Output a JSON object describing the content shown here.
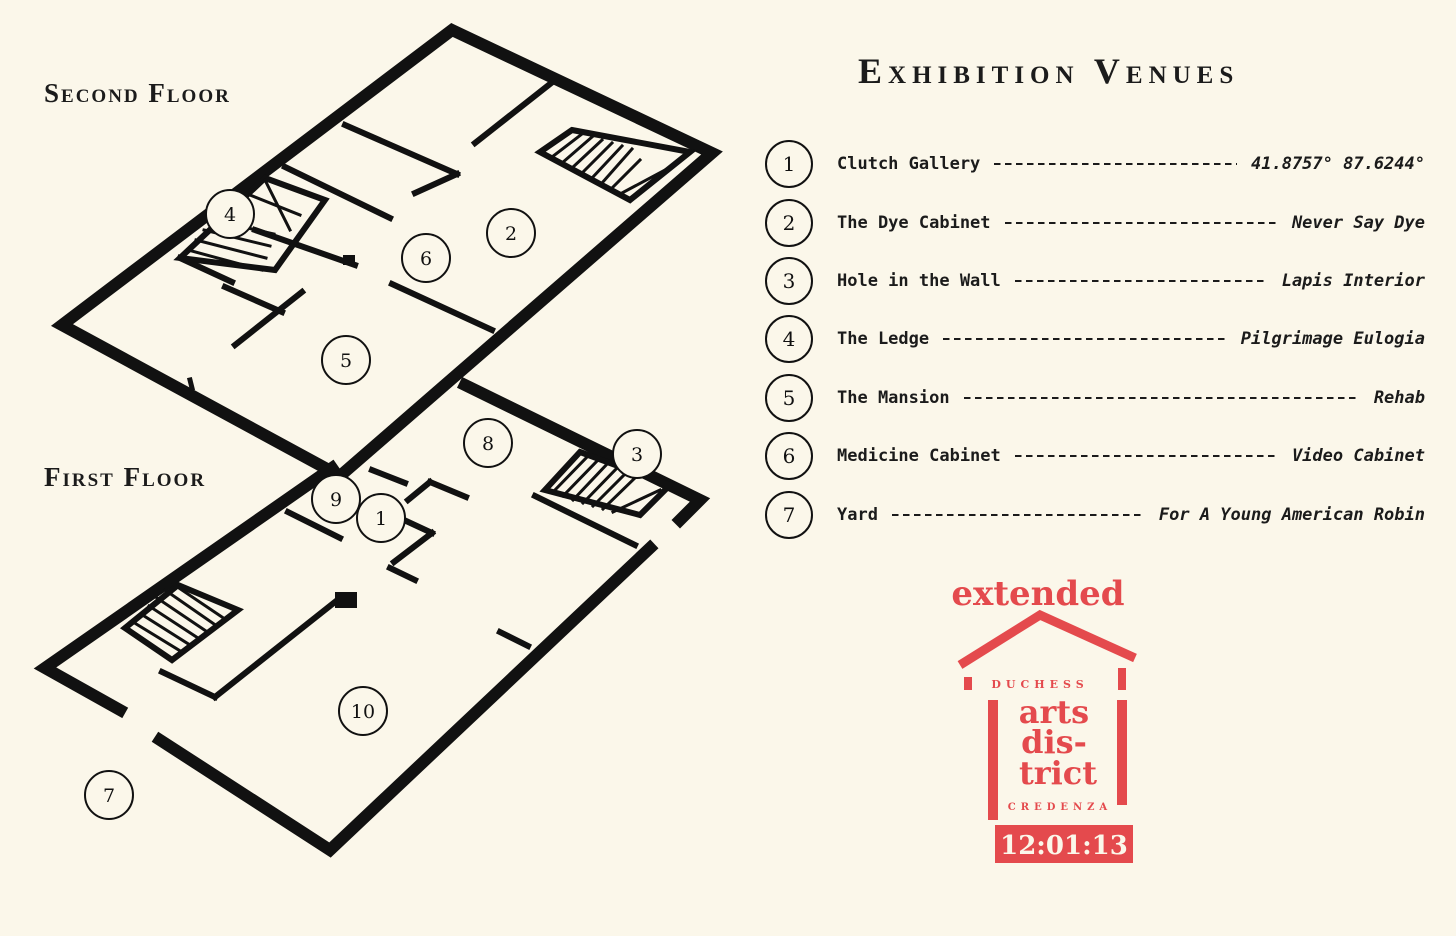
{
  "floors": {
    "second": "Second Floor",
    "first": "First Floor"
  },
  "title": "Exhibition Venues",
  "venues": [
    {
      "num": "1",
      "name": "Clutch Gallery",
      "artwork": "41.8757° 87.6244°"
    },
    {
      "num": "2",
      "name": "The Dye Cabinet",
      "artwork": "Never Say Dye"
    },
    {
      "num": "3",
      "name": "Hole in the Wall",
      "artwork": "Lapis Interior"
    },
    {
      "num": "4",
      "name": "The Ledge",
      "artwork": "Pilgrimage Eulogia"
    },
    {
      "num": "5",
      "name": "The Mansion",
      "artwork": "Rehab"
    },
    {
      "num": "6",
      "name": "Medicine Cabinet",
      "artwork": "Video Cabinet"
    },
    {
      "num": "7",
      "name": "Yard",
      "artwork": "For A Young American Robin"
    }
  ],
  "map_markers": [
    "4",
    "2",
    "6",
    "5",
    "8",
    "3",
    "9",
    "1",
    "10",
    "7"
  ],
  "stamp": {
    "top": "extended",
    "org_top": "DUCHESS",
    "line1": "arts",
    "line2": "dis-",
    "line3": "trict",
    "org_bottom": "CREDENZA",
    "date": "12:01:13"
  },
  "colors": {
    "background": "#fbf7ea",
    "ink": "#111111",
    "stamp": "#e2383d"
  }
}
